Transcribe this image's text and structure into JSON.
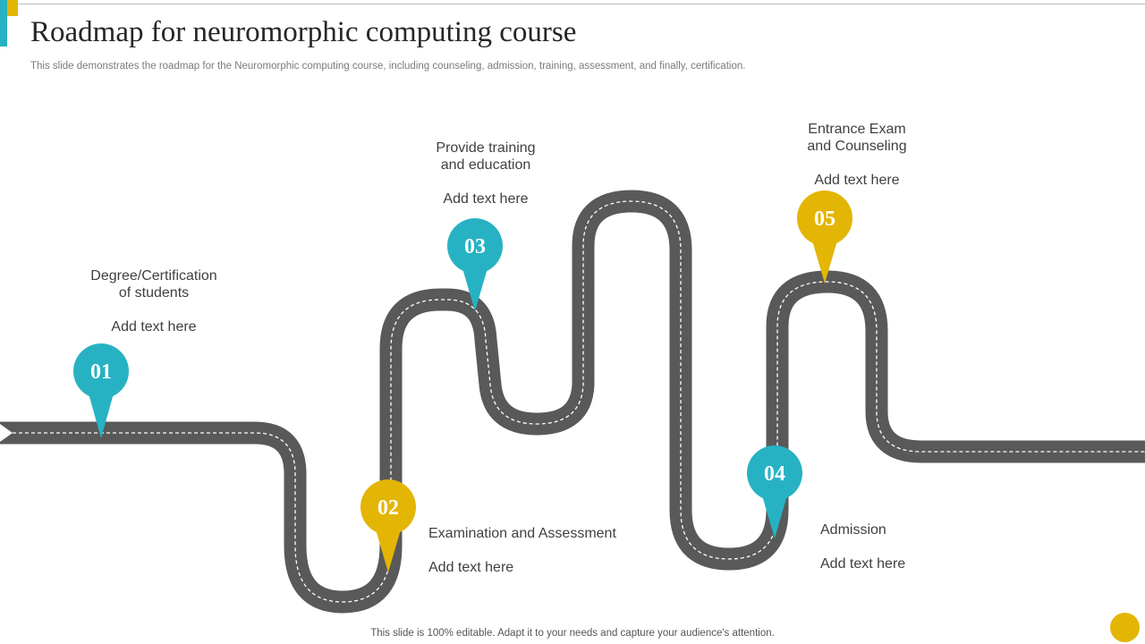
{
  "slide": {
    "title": "Roadmap for neuromorphic computing course",
    "subtitle": "This slide demonstrates the roadmap for the Neuromorphic computing course, including counseling, admission, training, assessment, and finally, certification.",
    "footer": "This slide is 100% editable. Adapt it to your needs and capture your audience's attention."
  },
  "colors": {
    "teal": "#27b2c3",
    "gold": "#e3b505",
    "road": "#595959",
    "road_dash": "#ffffff"
  },
  "milestones": [
    {
      "number": "01",
      "title": "Degree/Certification of students",
      "title_lines": [
        "Degree/Certification",
        "of students"
      ],
      "text": "Add text here",
      "color": "teal"
    },
    {
      "number": "02",
      "title": "Examination and Assessment",
      "title_lines": [
        "Examination and Assessment"
      ],
      "text": "Add text here",
      "color": "gold"
    },
    {
      "number": "03",
      "title": "Provide training and education",
      "title_lines": [
        "Provide training",
        "and education"
      ],
      "text": "Add text here",
      "color": "teal"
    },
    {
      "number": "04",
      "title": "Admission",
      "title_lines": [
        "Admission"
      ],
      "text": "Add text here",
      "color": "teal"
    },
    {
      "number": "05",
      "title": "Entrance Exam and Counseling",
      "title_lines": [
        "Entrance Exam",
        "and Counseling"
      ],
      "text": "Add text here",
      "color": "gold"
    }
  ]
}
